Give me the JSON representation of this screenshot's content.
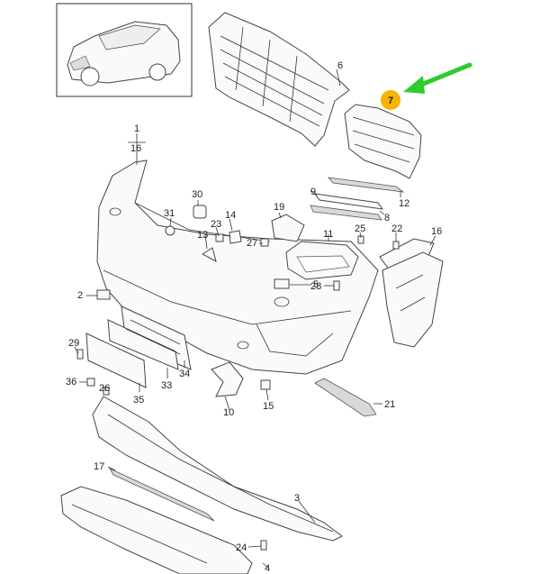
{
  "diagram": {
    "highlight": {
      "number": "7",
      "color": "#f4b400",
      "arrow_color": "#2ecc2e"
    },
    "labels": [
      "1",
      "16",
      "2",
      "3",
      "4",
      "5",
      "6",
      "7",
      "8",
      "9",
      "10",
      "11",
      "12",
      "13",
      "14",
      "15",
      "16",
      "17",
      "19",
      "21",
      "22",
      "23",
      "24",
      "25",
      "26",
      "27",
      "28",
      "29",
      "30",
      "31",
      "33",
      "34",
      "35",
      "36"
    ]
  }
}
